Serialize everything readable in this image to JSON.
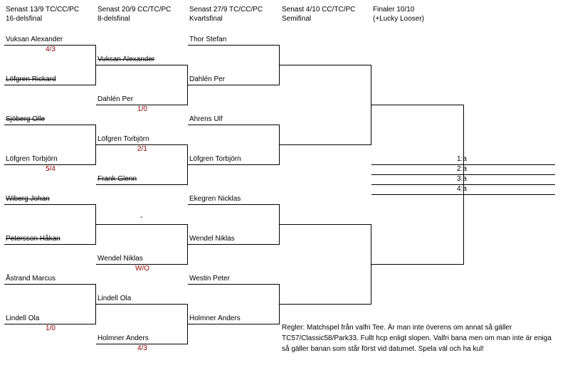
{
  "headers": [
    {
      "line1": "Senast 13/9   TC/CC/PC",
      "line2": "16-delsfinal"
    },
    {
      "line1": "Senast 20/9 CC/TC/PC",
      "line2": "8-delsfinal"
    },
    {
      "line1": "Senast 27/9   TC/CC/PC",
      "line2": "Kvartsfinal"
    },
    {
      "line1": "Senast 4/10 CC/TC/PC",
      "line2": "Semifinal"
    },
    {
      "line1": "Finaler 10/10",
      "line2": "(+Lucky Looser)"
    }
  ],
  "r16": [
    {
      "name": "Vuksan Alexander",
      "struck": false
    },
    {
      "name": "Löfgren Rickard",
      "struck": true
    },
    {
      "name": "Sjöberg Olle",
      "struck": true
    },
    {
      "name": "Löfgren Torbjörn",
      "struck": false
    },
    {
      "name": "Wiberg Johan",
      "struck": true
    },
    {
      "name": "Petersson Håkan",
      "struck": true
    },
    {
      "name": "Åstrand Marcus",
      "struck": false
    },
    {
      "name": "Lindell Ola",
      "struck": false
    }
  ],
  "r16_scores": [
    "4/3",
    "5/4",
    "",
    "1/0"
  ],
  "r8": [
    {
      "name": "Vuksan Alexander",
      "struck": true
    },
    {
      "name": "Dahlén Per",
      "struck": false
    },
    {
      "name": "Löfgren Torbjörn",
      "struck": false
    },
    {
      "name": "Frank Glenn",
      "struck": true
    },
    {
      "name": "",
      "struck": false
    },
    {
      "name": "Wendel Niklas",
      "struck": false
    },
    {
      "name": "Lindell Ola",
      "struck": false
    },
    {
      "name": "Holmner Anders",
      "struck": false
    }
  ],
  "r8_scores": [
    "1/0",
    "2/1",
    "W/O",
    "4/3"
  ],
  "r8_dash": "-",
  "qf": [
    {
      "name": "Thor Stefan",
      "struck": false
    },
    {
      "name": "Dahlén Per",
      "struck": false
    },
    {
      "name": "Ahrens Ulf",
      "struck": false
    },
    {
      "name": "Löfgren Torbjörn",
      "struck": false
    },
    {
      "name": "Ekegren Nicklas",
      "struck": false
    },
    {
      "name": "Wendel Niklas",
      "struck": false
    },
    {
      "name": "Westin Peter",
      "struck": false
    },
    {
      "name": "Holmner Anders",
      "struck": false
    }
  ],
  "final_places": [
    "1:a",
    "2:a",
    "3:a",
    "4:a"
  ],
  "rules": "Regler: Matchspel från valfri Tee. Är man inte överens om annat så gäller TC57/Classic58/Park33. Fullt hcp enligt slopen. Valfri bana men om man inte är eniga så gäller banan som står först vid datumet. Spela väl och ha kul!"
}
